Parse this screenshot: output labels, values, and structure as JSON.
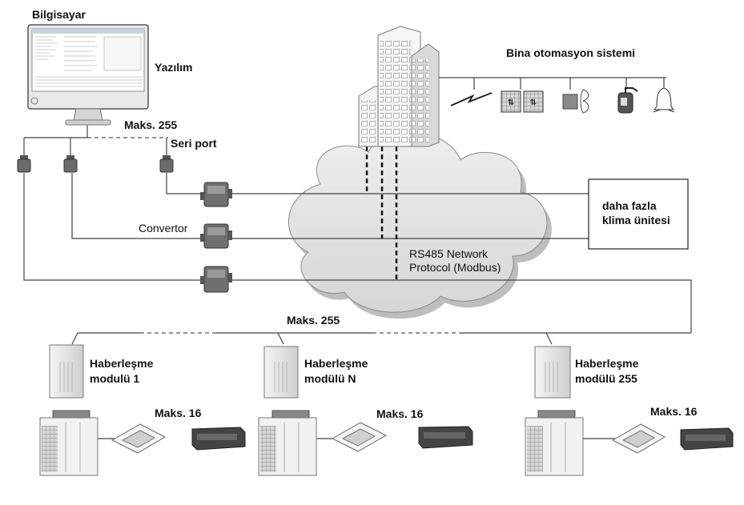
{
  "computer": {
    "title": "Bilgisayar",
    "software": "Yazılım"
  },
  "serial": {
    "max_label": "Maks. 255",
    "port_label": "Seri port"
  },
  "converter": {
    "label": "Convertor"
  },
  "building": {
    "bas_label": "Bina otomasyon sistemi"
  },
  "cloud": {
    "line1": "RS485 Network",
    "line2": "Protocol (Modbus)"
  },
  "more_units": {
    "line1": "daha fazla",
    "line2": "klima ünitesi"
  },
  "bus": {
    "max_label": "Maks. 255"
  },
  "modules": [
    {
      "line1": "Haberleşme",
      "line2": "modulü 1",
      "max_label": "Maks. 16"
    },
    {
      "line1": "Haberleşme",
      "line2": "modülü N",
      "max_label": "Maks. 16"
    },
    {
      "line1": "Haberleşme",
      "line2": "modülü 255",
      "max_label": "Maks. 16"
    }
  ],
  "colors": {
    "cloud_fill": "#e6e6e6",
    "cloud_shadow": "#bdbdbd",
    "device": "#6b6b6b",
    "line": "#444444"
  }
}
